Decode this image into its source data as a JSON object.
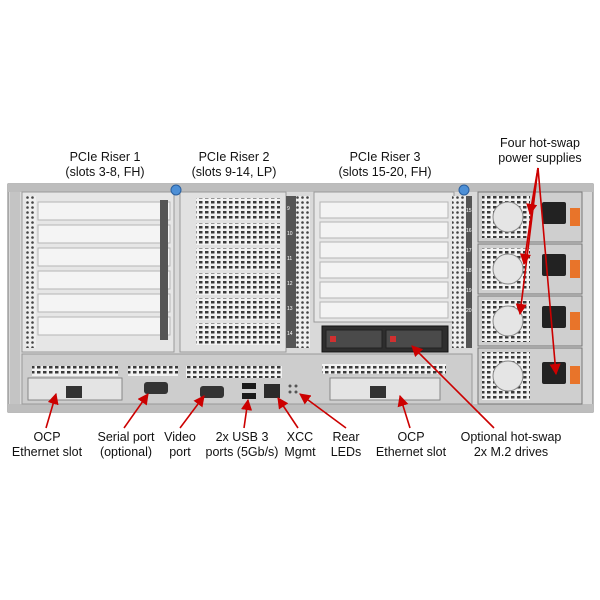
{
  "labels": {
    "riser1": {
      "line1": "PCIe Riser 1",
      "line2": "(slots 3-8, FH)"
    },
    "riser2": {
      "line1": "PCIe Riser 2",
      "line2": "(slots 9-14, LP)"
    },
    "riser3": {
      "line1": "PCIe Riser 3",
      "line2": "(slots 15-20, FH)"
    },
    "psu": {
      "line1": "Four hot-swap",
      "line2": "power supplies"
    },
    "ocp_left": {
      "line1": "OCP",
      "line2": "Ethernet slot"
    },
    "serial": {
      "line1": "Serial port",
      "line2": "(optional)"
    },
    "video": {
      "line1": "Video",
      "line2": "port"
    },
    "usb": {
      "line1": "2x USB 3",
      "line2": "ports (5Gb/s)"
    },
    "xcc": {
      "line1": "XCC",
      "line2": "Mgmt"
    },
    "rear_leds": {
      "line1": "Rear",
      "line2": "LEDs"
    },
    "ocp_right": {
      "line1": "OCP",
      "line2": "Ethernet slot"
    },
    "m2": {
      "line1": "Optional hot-swap",
      "line2": "2x M.2 drives"
    }
  },
  "slot_numbers": [
    "9",
    "10",
    "11",
    "12",
    "13",
    "14",
    "15",
    "16",
    "17",
    "18",
    "19",
    "20"
  ],
  "colors": {
    "callout": "#cc0000",
    "chassis": "#d4d4d4",
    "chassis_dark": "#8a8a8a",
    "psu_handle": "#e8742a",
    "bracket": "#e2e2e2",
    "blue_screw": "#4d8fd6"
  }
}
